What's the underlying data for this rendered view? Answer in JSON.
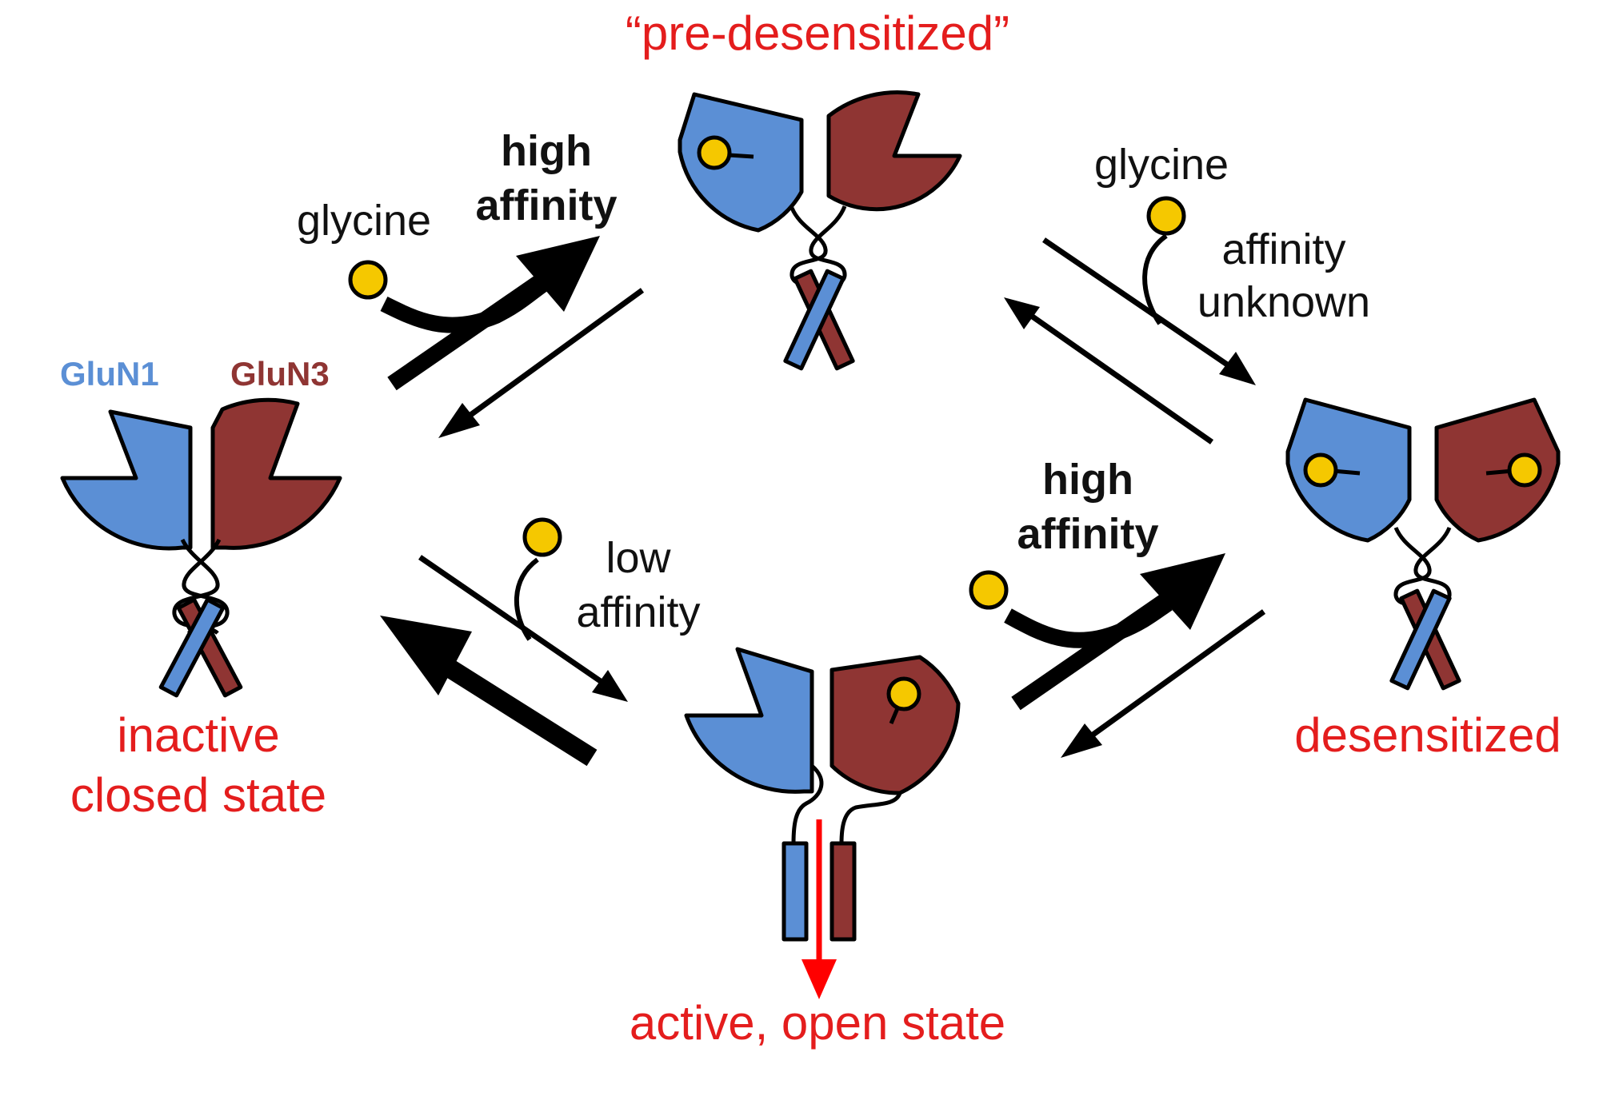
{
  "colors": {
    "glun1": "#5b8fd5",
    "glun3": "#8f3533",
    "glycine": "#f5c800",
    "state_label": "#e41d1d",
    "arrow": "#000000",
    "current_arrow": "#ff0000"
  },
  "subunits": {
    "glun1": "GluN1",
    "glun3": "GluN3"
  },
  "states": {
    "pre_desensitized": "“pre-desensitized”",
    "inactive_line1": "inactive",
    "inactive_line2": "closed state",
    "desensitized": "desensitized",
    "active_open": "active, open state"
  },
  "transitions": {
    "inactive_to_predesensitized": {
      "ligand": "glycine",
      "affinity_line1": "high",
      "affinity_line2": "affinity"
    },
    "predesensitized_to_desensitized": {
      "ligand": "glycine",
      "affinity_line1": "affinity",
      "affinity_line2": "unknown"
    },
    "inactive_to_active": {
      "affinity_line1": "low",
      "affinity_line2": "affinity"
    },
    "active_to_desensitized": {
      "affinity_line1": "high",
      "affinity_line2": "affinity"
    }
  },
  "icons": {
    "glycine": "yellow-circle",
    "receptor": "glun1-glun3-dimer"
  }
}
